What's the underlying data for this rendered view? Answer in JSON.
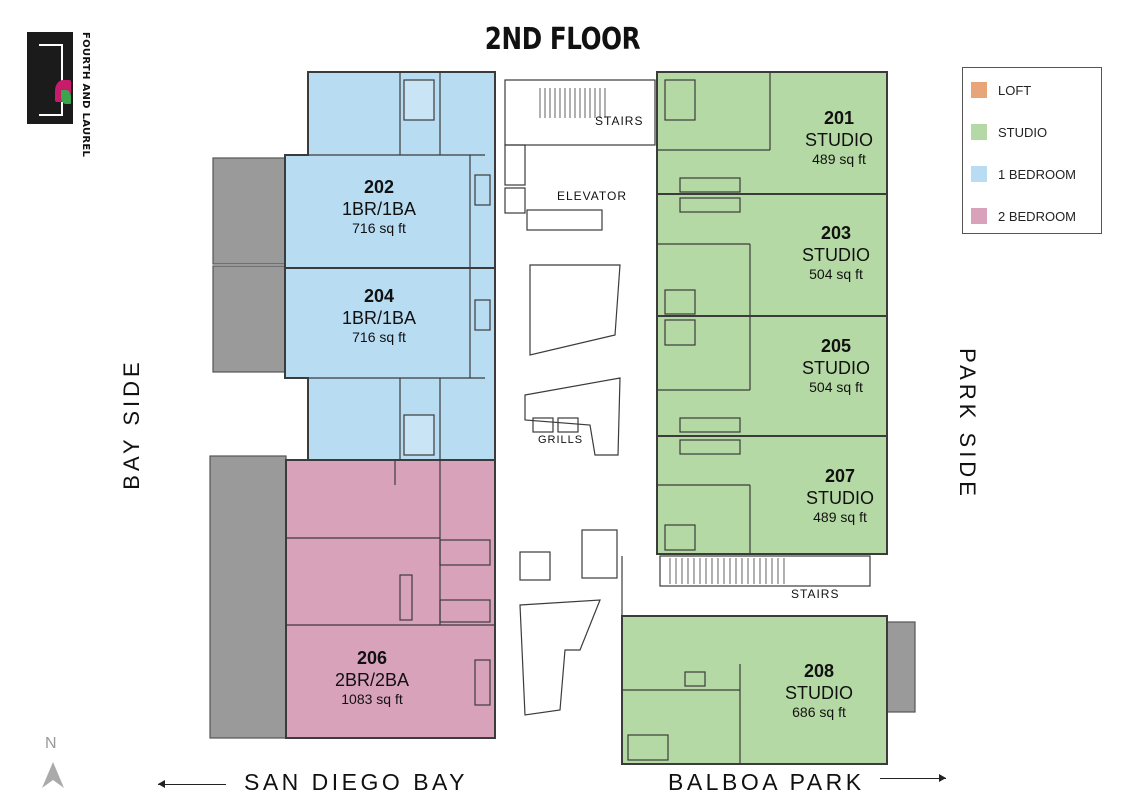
{
  "title": "2ND FLOOR",
  "logo": {
    "text": "FOURTH AND LAUREL"
  },
  "legend": [
    {
      "label": "LOFT",
      "color": "#e8a57a"
    },
    {
      "label": "STUDIO",
      "color": "#b5d9a4"
    },
    {
      "label": "1 BEDROOM",
      "color": "#b8dcf2"
    },
    {
      "label": "2 BEDROOM",
      "color": "#d9a2bb"
    }
  ],
  "colors": {
    "studio": "#b5d9a4",
    "one_bedroom": "#b8dcf2",
    "two_bedroom": "#d9a2bb",
    "balcony": "#9a9a9a",
    "wall": "#3b3b3b"
  },
  "sides": {
    "left": "BAY SIDE",
    "right": "PARK SIDE"
  },
  "directions": {
    "left": "SAN DIEGO BAY",
    "right": "BALBOA PARK"
  },
  "north": "N",
  "labels": {
    "stairs_top": "STAIRS",
    "elevator": "ELEVATOR",
    "grills": "GRILLS",
    "stairs_bottom": "STAIRS"
  },
  "units": [
    {
      "number": "201",
      "type": "STUDIO",
      "area": "489 sq ft"
    },
    {
      "number": "202",
      "type": "1BR/1BA",
      "area": "716 sq ft"
    },
    {
      "number": "203",
      "type": "STUDIO",
      "area": "504 sq ft"
    },
    {
      "number": "204",
      "type": "1BR/1BA",
      "area": "716 sq ft"
    },
    {
      "number": "205",
      "type": "STUDIO",
      "area": "504 sq ft"
    },
    {
      "number": "206",
      "type": "2BR/2BA",
      "area": "1083 sq ft"
    },
    {
      "number": "207",
      "type": "STUDIO",
      "area": "489 sq ft"
    },
    {
      "number": "208",
      "type": "STUDIO",
      "area": "686 sq ft"
    }
  ]
}
